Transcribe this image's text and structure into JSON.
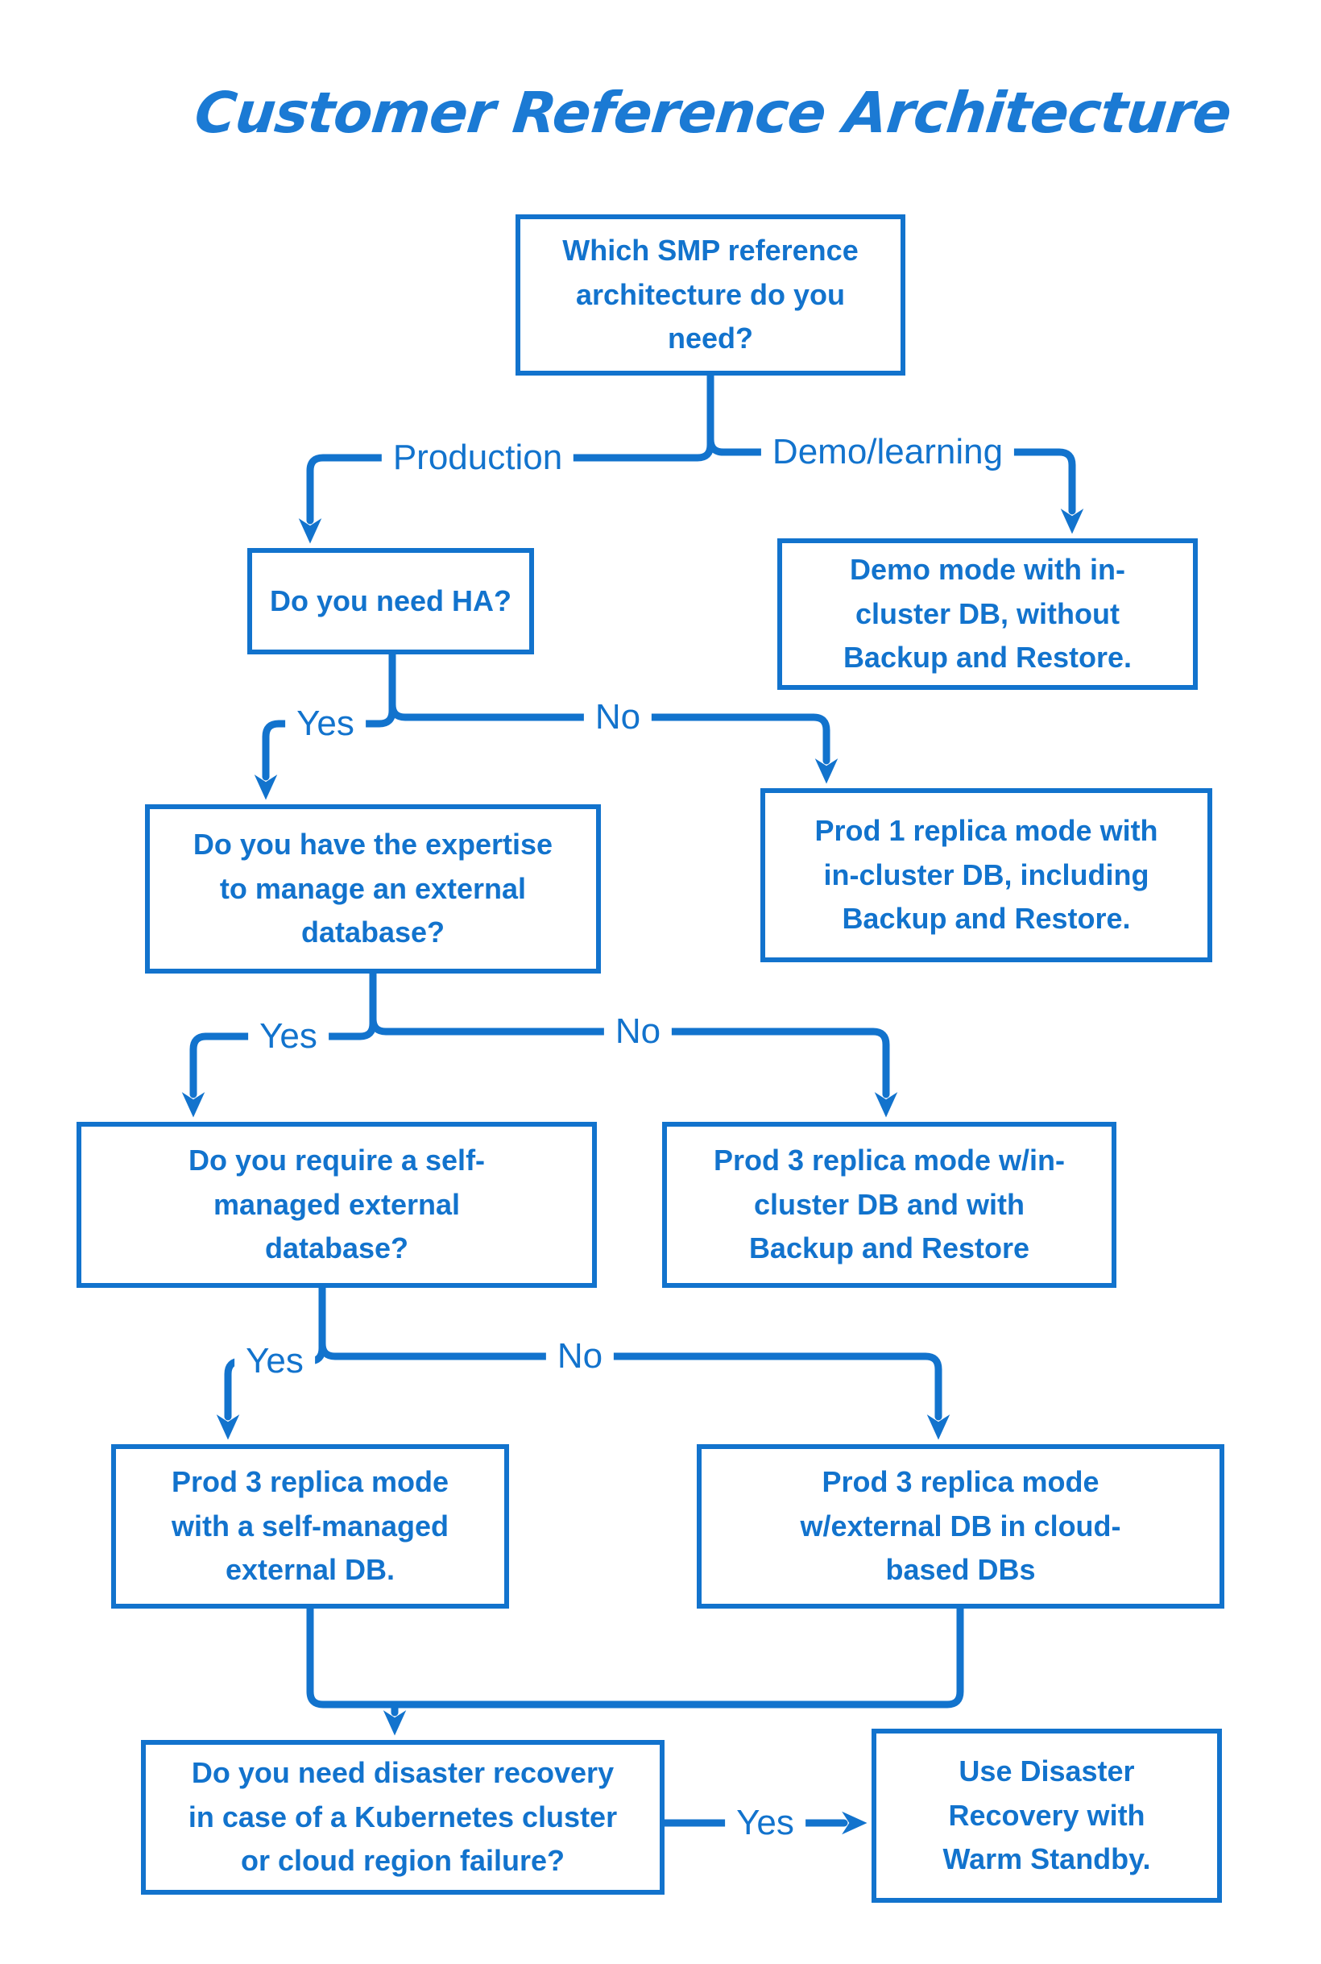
{
  "title": {
    "text": "Customer Reference Architecture"
  },
  "colors": {
    "accent": "#1273cd",
    "title_blue": "#1b7ad4",
    "background": "#ffffff"
  },
  "nodes": {
    "start": {
      "text": "Which SMP reference\narchitecture do you\nneed?"
    },
    "need_ha": {
      "text": "Do you need HA?"
    },
    "demo_mode": {
      "text": "Demo mode with in-\ncluster DB, without\nBackup and Restore."
    },
    "expertise": {
      "text": "Do you have the expertise\nto manage an external\ndatabase?"
    },
    "prod1": {
      "text": "Prod 1 replica mode with\nin-cluster DB, including\nBackup and Restore."
    },
    "self_managed": {
      "text": "Do you require a self-\nmanaged external\ndatabase?"
    },
    "prod3_incluster": {
      "text": "Prod 3 replica mode w/in-\ncluster DB and with\nBackup and Restore"
    },
    "prod3_selfmanaged": {
      "text": "Prod 3 replica mode\nwith a self-managed\nexternal DB."
    },
    "prod3_external": {
      "text": "Prod 3 replica mode\nw/external DB in cloud-\nbased DBs"
    },
    "disaster": {
      "text": "Do you need disaster recovery\nin case of a Kubernetes cluster\nor cloud region failure?"
    },
    "warm_standby": {
      "text": "Use Disaster\nRecovery with\nWarm Standby."
    }
  },
  "edge_labels": {
    "production": "Production",
    "demo_learning": "Demo/learning",
    "ha_yes": "Yes",
    "ha_no": "No",
    "expertise_yes": "Yes",
    "expertise_no": "No",
    "self_managed_yes": "Yes",
    "self_managed_no": "No",
    "disaster_yes": "Yes"
  }
}
